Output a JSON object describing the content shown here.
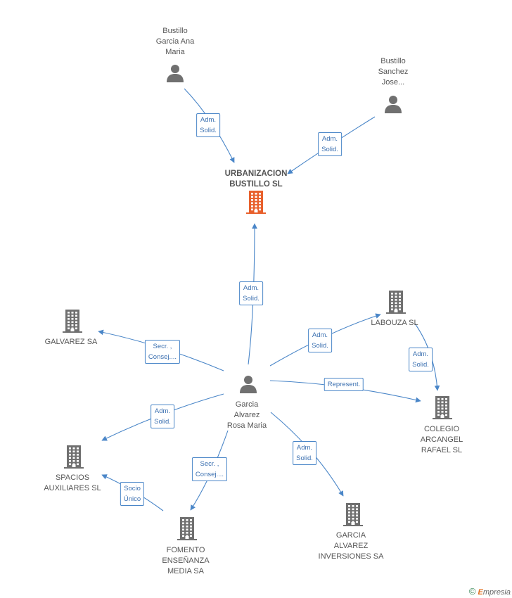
{
  "colors": {
    "edge": "#4a86c8",
    "node_icon": "#707070",
    "main_icon": "#e8602c"
  },
  "nodes": {
    "urbanizacion": {
      "label": "URBANIZACION\nBUSTILLO SL",
      "type": "company-main"
    },
    "bustillo_ana": {
      "label": "Bustillo\nGarcia Ana\nMaria",
      "type": "person"
    },
    "bustillo_jose": {
      "label": "Bustillo\nSanchez\nJose...",
      "type": "person"
    },
    "garcia_rosa": {
      "label": "Garcia\nAlvarez\nRosa Maria",
      "type": "person"
    },
    "galvarez": {
      "label": "GALVAREZ SA",
      "type": "company"
    },
    "labouza": {
      "label": "LABOUZA SL",
      "type": "company"
    },
    "colegio": {
      "label": "COLEGIO\nARCANGEL\nRAFAEL  SL",
      "type": "company"
    },
    "spacios": {
      "label": "SPACIOS\nAUXILIARES  SL",
      "type": "company"
    },
    "fomento": {
      "label": "FOMENTO\nENSEÑANZA\nMEDIA SA",
      "type": "company"
    },
    "garcia_inv": {
      "label": "GARCIA\nALVAREZ\nINVERSIONES SA",
      "type": "company"
    }
  },
  "edges": [
    {
      "id": "e1",
      "from": "bustillo_ana",
      "to": "urbanizacion",
      "label": "Adm.\nSolid."
    },
    {
      "id": "e2",
      "from": "bustillo_jose",
      "to": "urbanizacion",
      "label": "Adm.\nSolid."
    },
    {
      "id": "e3",
      "from": "garcia_rosa",
      "to": "urbanizacion",
      "label": "Adm.\nSolid."
    },
    {
      "id": "e4",
      "from": "garcia_rosa",
      "to": "galvarez",
      "label": "Secr. ,\nConsej...."
    },
    {
      "id": "e5",
      "from": "garcia_rosa",
      "to": "labouza",
      "label": "Adm.\nSolid."
    },
    {
      "id": "e6",
      "from": "labouza",
      "to": "colegio",
      "label": "Adm.\nSolid."
    },
    {
      "id": "e7",
      "from": "garcia_rosa",
      "to": "colegio",
      "label": "Represent."
    },
    {
      "id": "e8",
      "from": "garcia_rosa",
      "to": "spacios",
      "label": "Adm.\nSolid."
    },
    {
      "id": "e9",
      "from": "garcia_rosa",
      "to": "fomento",
      "label": "Secr. ,\nConsej...."
    },
    {
      "id": "e10",
      "from": "fomento",
      "to": "spacios",
      "label": "Socio\nÚnico"
    },
    {
      "id": "e11",
      "from": "garcia_rosa",
      "to": "garcia_inv",
      "label": "Adm.\nSolid."
    }
  ],
  "footer": {
    "copyright": "©",
    "brand_initial": "E",
    "brand_rest": "mpresia"
  }
}
